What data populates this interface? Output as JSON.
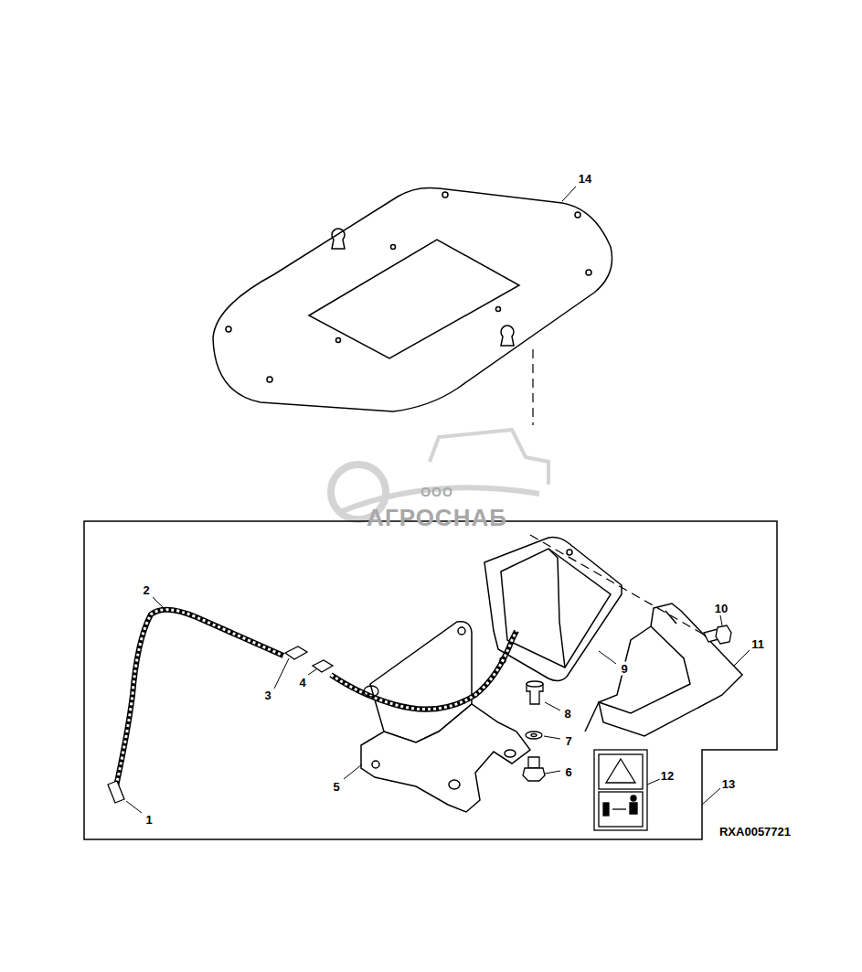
{
  "diagram": {
    "labels": [
      "14",
      "ООО",
      "АГРОСНАБ",
      "2",
      "3",
      "4",
      "9",
      "8",
      "7",
      "6",
      "10",
      "11",
      "5",
      "12",
      "13",
      "1",
      "RXA0057721"
    ]
  }
}
